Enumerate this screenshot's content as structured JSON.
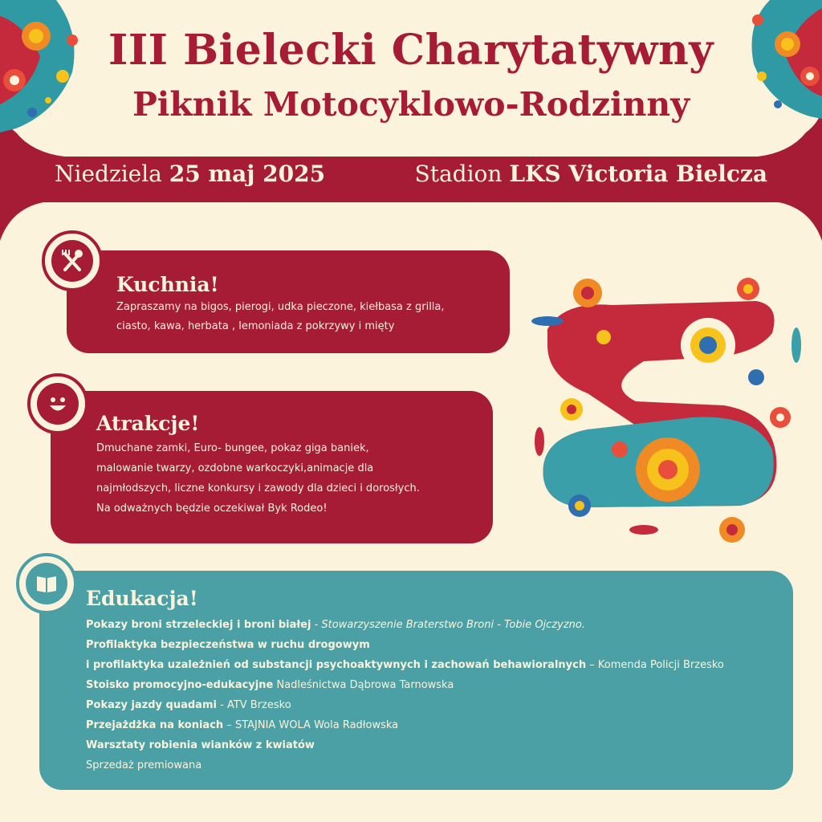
{
  "header": {
    "title_line1": "III Bielecki Charytatywny",
    "title_line2": "Piknik Motocyklowo-Rodzinny"
  },
  "band": {
    "date_prefix": "Niedziela ",
    "date_value": "25 maj 2025",
    "venue_prefix": "Stadion ",
    "venue_value": "LKS Victoria Bielcza"
  },
  "kuchnia": {
    "icon": "fork-knife-icon",
    "title": "Kuchnia!",
    "line1": "Zapraszamy na bigos, pierogi, udka pieczone, kiełbasa z grilla,",
    "line2": "ciasto, kawa, herbata , lemoniada z pokrzywy i mięty"
  },
  "atrakcje": {
    "icon": "smiley-icon",
    "title": "Atrakcje!",
    "line1": "Dmuchane zamki, Euro- bungee, pokaz giga baniek,",
    "line2": "malowanie twarzy, ozdobne warkoczyki,animacje dla",
    "line3": "najmłodszych, liczne konkursy i zawody dla dzieci i dorosłych.",
    "line4": "Na odważnych będzie oczekiwał Byk Rodeo!"
  },
  "edukacja": {
    "icon": "book-icon",
    "title": "Edukacja!",
    "items": [
      {
        "bold": "Pokazy broni strzeleckiej i broni białej",
        "sep": " - ",
        "rest": "Stowarzyszenie Braterstwo Broni - Tobie Ojczyzno."
      },
      {
        "bold": "Profilaktyka bezpieczeństwa w ruchu drogowym",
        "sep": "",
        "rest": ""
      },
      {
        "bold": "i profilaktyka uzależnień od substancji psychoaktywnych i zachowań behawioralnych",
        "sep": " – ",
        "rest": "Komenda Policji Brzesko"
      },
      {
        "bold": "Stoisko promocyjno-edukacyjne",
        "sep": " ",
        "rest": "Nadleśnictwa Dąbrowa Tarnowska"
      },
      {
        "bold": "Pokazy jazdy quadami",
        "sep": " - ",
        "rest": "ATV Brzesko"
      },
      {
        "bold": "Przejażdżka na koniach",
        "sep": " – ",
        "rest": "STAJNIA WOLA Wola Radłowska"
      },
      {
        "bold": "Warsztaty robienia wianków z kwiatów",
        "sep": "",
        "rest": ""
      },
      {
        "bold": "",
        "sep": "",
        "rest": "Sprzedaż premiowana"
      }
    ]
  },
  "colors": {
    "background": "#fbf3dc",
    "crimson": "#a51c34",
    "teal": "#4ba0a6",
    "orange": "#f08a24",
    "yellow": "#f6c21b",
    "blue": "#2f6fb1"
  },
  "decorations": [
    "folk-flower-corner-left",
    "folk-flower-corner-right",
    "folk-art-motorcycle-illustration"
  ]
}
